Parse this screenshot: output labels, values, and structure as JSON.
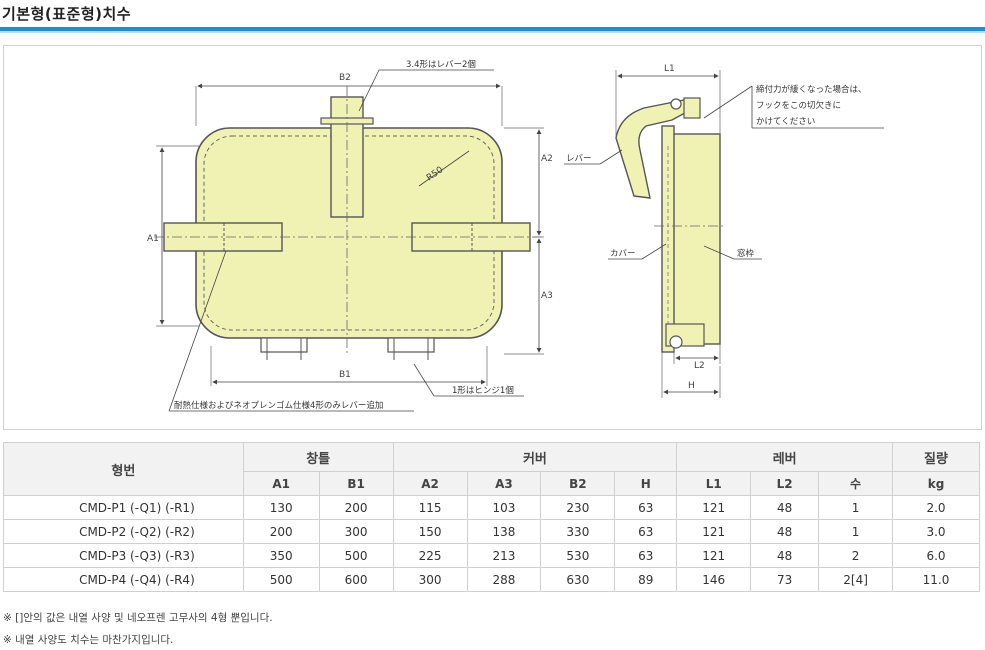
{
  "page": {
    "title": "기본형(표준형)치수"
  },
  "figure": {
    "front": {
      "b2": "B2",
      "b1": "B1",
      "a1": "A1",
      "a2": "A2",
      "a3": "A3",
      "r50": "R50",
      "lever_note": "3.4形はレバー2個",
      "hinge_note": "1形はヒンジ1個",
      "bottom_note": "耐熱仕様およびネオプレンゴム仕様4形のみレバー追加"
    },
    "side": {
      "l1": "L1",
      "l2": "L2",
      "h": "H",
      "note_line1": "締付力が緩くなった場合は、",
      "note_line2": "フックをこの切欠きに",
      "note_line3": "かけてください",
      "lever": "レバー",
      "cover": "カバー",
      "frame": "窓枠"
    }
  },
  "table": {
    "headers": {
      "model": "형번",
      "frame": "창틀",
      "cover": "커버",
      "lever": "레버",
      "weight": "질량",
      "a1": "A1",
      "b1": "B1",
      "a2": "A2",
      "a3": "A3",
      "b2": "B2",
      "h": "H",
      "l1": "L1",
      "l2": "L2",
      "count": "수",
      "kg": "kg"
    },
    "rows": [
      {
        "model": "CMD-P1 (-Q1) (-R1)",
        "a1": "130",
        "b1": "200",
        "a2": "115",
        "a3": "103",
        "b2": "230",
        "h": "63",
        "l1": "121",
        "l2": "48",
        "count": "1",
        "kg": "2.0"
      },
      {
        "model": "CMD-P2 (-Q2) (-R2)",
        "a1": "200",
        "b1": "300",
        "a2": "150",
        "a3": "138",
        "b2": "330",
        "h": "63",
        "l1": "121",
        "l2": "48",
        "count": "1",
        "kg": "3.0"
      },
      {
        "model": "CMD-P3 (-Q3) (-R3)",
        "a1": "350",
        "b1": "500",
        "a2": "225",
        "a3": "213",
        "b2": "530",
        "h": "63",
        "l1": "121",
        "l2": "48",
        "count": "2",
        "kg": "6.0"
      },
      {
        "model": "CMD-P4 (-Q4) (-R4)",
        "a1": "500",
        "b1": "600",
        "a2": "300",
        "a3": "288",
        "b2": "630",
        "h": "89",
        "l1": "146",
        "l2": "73",
        "count": "2[4]",
        "kg": "11.0"
      }
    ]
  },
  "notes": [
    "※ []안의 값은 내열 사양 및 네오프렌 고무사의 4형 뿐입니다.",
    "※ 내열 사양도 치수는 마찬가지입니다."
  ],
  "colors": {
    "accent": "#1f8ed8",
    "cover_fill": "#f0f2b4",
    "line": "#555555"
  }
}
